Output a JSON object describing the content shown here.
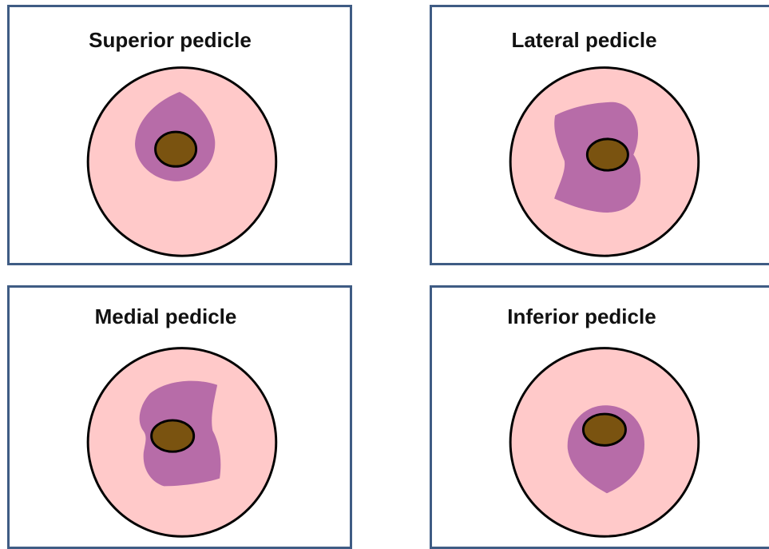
{
  "panels": {
    "superior": {
      "title": "Superior pedicle"
    },
    "lateral": {
      "title": "Lateral pedicle"
    },
    "medial": {
      "title": "Medial pedicle"
    },
    "inferior": {
      "title": "Inferior pedicle"
    }
  },
  "colors": {
    "panel_border": "#3f5c84",
    "breast_fill": "#ffc9c9",
    "pedicle_fill": "#b76ca8",
    "areola_fill": "#7a5310",
    "outline": "#000000"
  }
}
